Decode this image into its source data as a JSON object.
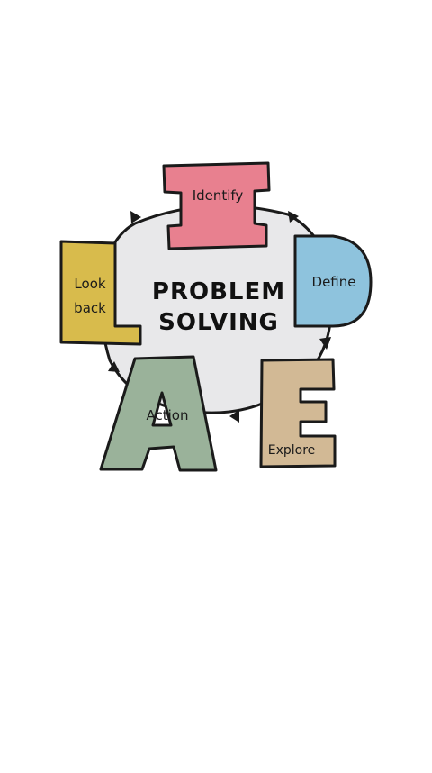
{
  "diagram": {
    "center": {
      "line1": "PROBLEM",
      "line2": "SOLVING"
    },
    "steps": [
      {
        "letter": "I",
        "label": "Identify"
      },
      {
        "letter": "D",
        "label": "Define"
      },
      {
        "letter": "E",
        "label": "Explore"
      },
      {
        "letter": "A",
        "label": "Action"
      },
      {
        "letter": "L",
        "label": "Look back"
      }
    ],
    "look_back_line1": "Look",
    "look_back_line2": "back",
    "colors": {
      "center_fill": "#e8e8ea",
      "identify": "#e8808f",
      "define": "#8ec3dd",
      "explore": "#d2b995",
      "action": "#9ab29a",
      "look_back": "#d8bb4c",
      "outline": "#1a1a1a"
    }
  }
}
